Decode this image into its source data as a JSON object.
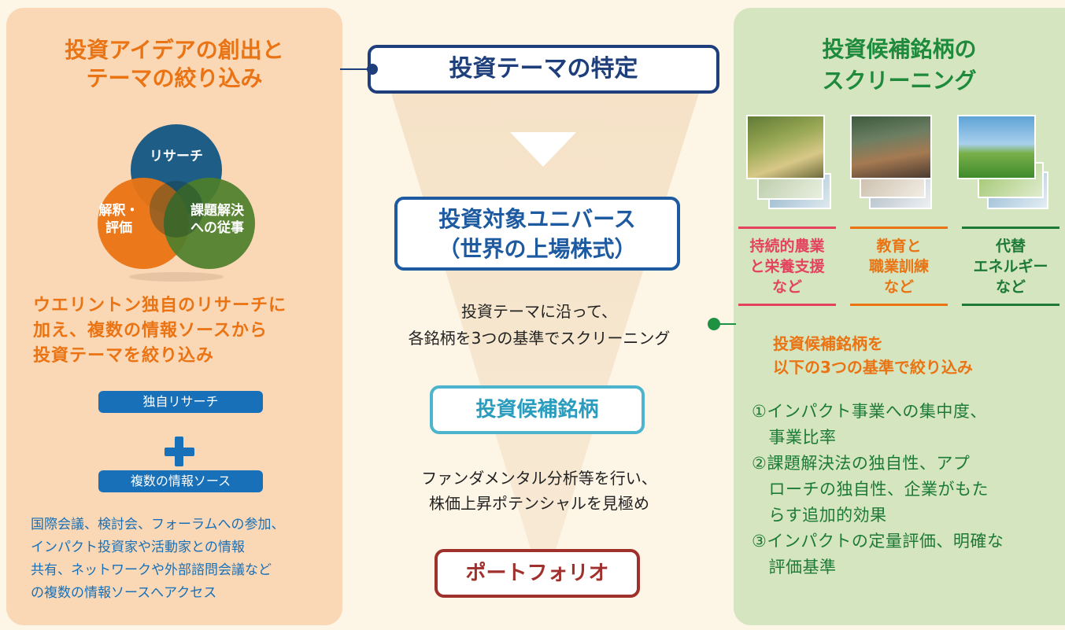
{
  "left": {
    "title": [
      "投資アイデアの創出と",
      "テーマの絞り込み"
    ],
    "venn": {
      "top": "リサーチ",
      "left": [
        "解釈・",
        "評価"
      ],
      "right": [
        "課題解決",
        "への従事"
      ]
    },
    "body": [
      "ウエリントン独自のリサーチに",
      "加え、複数の情報ソースから",
      "投資テーマを絞り込み"
    ],
    "pill1": "独自リサーチ",
    "pill2": "複数の情報ソース",
    "note": [
      "国際会議、検討会、フォーラムへの参加、",
      "インパクト投資家や活動家との情報",
      "共有、ネットワークや外部諮問会議など",
      "の複数の情報ソースへアクセス"
    ]
  },
  "center": {
    "theme": "投資テーマの特定",
    "universe": [
      "投資対象ユニバース",
      "（世界の上場株式）"
    ],
    "text1": [
      "投資テーマに沿って、",
      "各銘柄を3つの基準でスクリーニング"
    ],
    "candidates": "投資候補銘柄",
    "text2": [
      "ファンダメンタル分析等を行い、",
      "株価上昇ポテンシャルを見極め"
    ],
    "portfolio": "ポートフォリオ"
  },
  "right": {
    "title": [
      "投資候補銘柄の",
      "スクリーニング"
    ],
    "categories": [
      {
        "lines": [
          "持続的農業",
          "と栄養支援",
          "など"
        ],
        "color": "#e4435f"
      },
      {
        "lines": [
          "教育と",
          "職業訓練",
          "など"
        ],
        "color": "#ea7414"
      },
      {
        "lines": [
          "代替",
          "エネルギー",
          "など"
        ],
        "color": "#1d7a36"
      }
    ],
    "subtitle": [
      "投資候補銘柄を",
      "以下の3つの基準で絞り込み"
    ],
    "criteria": [
      "①インパクト事業への集中度、",
      "　事業比率",
      "②課題解決法の独自性、アプ",
      "　ローチの独自性、企業がもた",
      "　らす追加的効果",
      "③インパクトの定量評価、明確な",
      "　評価基準"
    ]
  },
  "colors": {
    "orange": "#ea7414",
    "navy": "#1e3f7b",
    "blue": "#1770b8",
    "green": "#1d8a3c",
    "red": "#a0302c",
    "teal": "#4cb5cd"
  }
}
